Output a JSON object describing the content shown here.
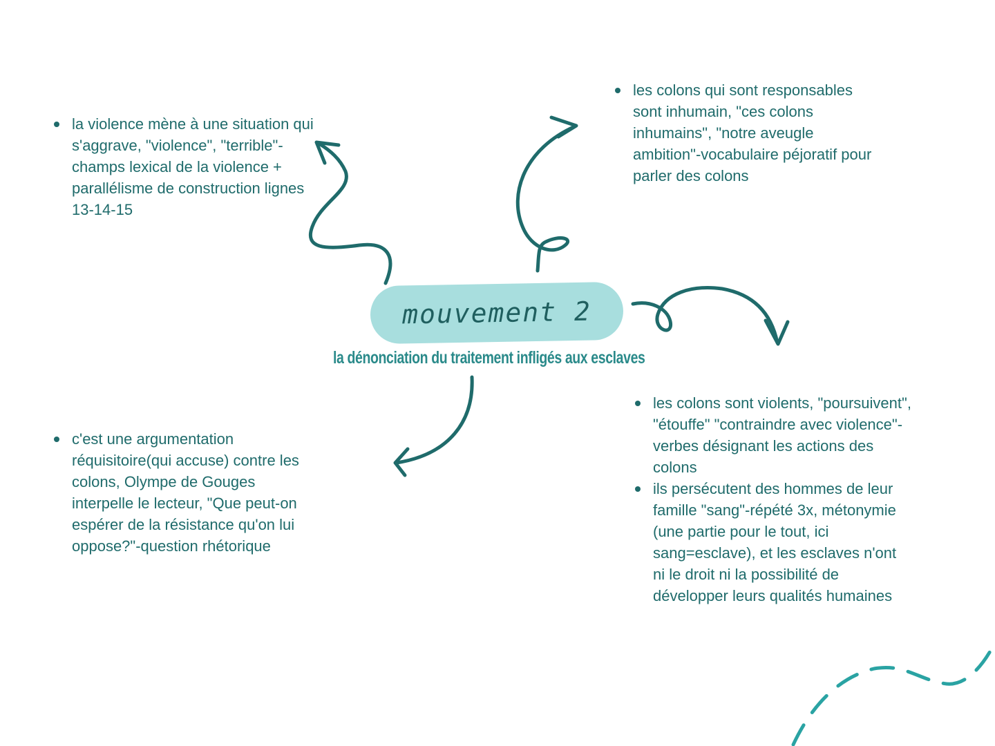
{
  "central": {
    "title": "mouvement 2",
    "subtitle": "la dénonciation du traitement infligés aux esclaves"
  },
  "notes": {
    "top_left": [
      "la violence mène à une situation qui s'aggrave, \"violence\", \"terrible\"-champs lexical de la violence + parallélisme de construction lignes 13-14-15"
    ],
    "top_right": [
      "les colons qui sont responsables sont inhumain, \"ces colons inhumains\", \"notre aveugle ambition\"-vocabulaire péjoratif pour parler des colons"
    ],
    "bottom_left": [
      "c'est une argumentation réquisitoire(qui accuse) contre les colons, Olympe de Gouges interpelle le lecteur, \"Que peut-on espérer de la résistance qu'on lui oppose?\"-question rhétorique"
    ],
    "bottom_right": [
      "les colons sont violents, \"poursuivent\", \"étouffe\" \"contraindre avec violence\"-verbes désignant les actions des colons",
      "ils persécutent des hommes de leur famille \"sang\"-répété 3x, métonymie (une partie pour le tout, ici sang=esclave), et les esclaves n'ont ni le droit ni la possibilité de développer leurs qualités humaines"
    ]
  },
  "colors": {
    "ink": "#1f6b6b",
    "pill": "#a8dede",
    "subtitle": "#2a8a8a",
    "dashed_decoration": "#2aa3a3"
  }
}
